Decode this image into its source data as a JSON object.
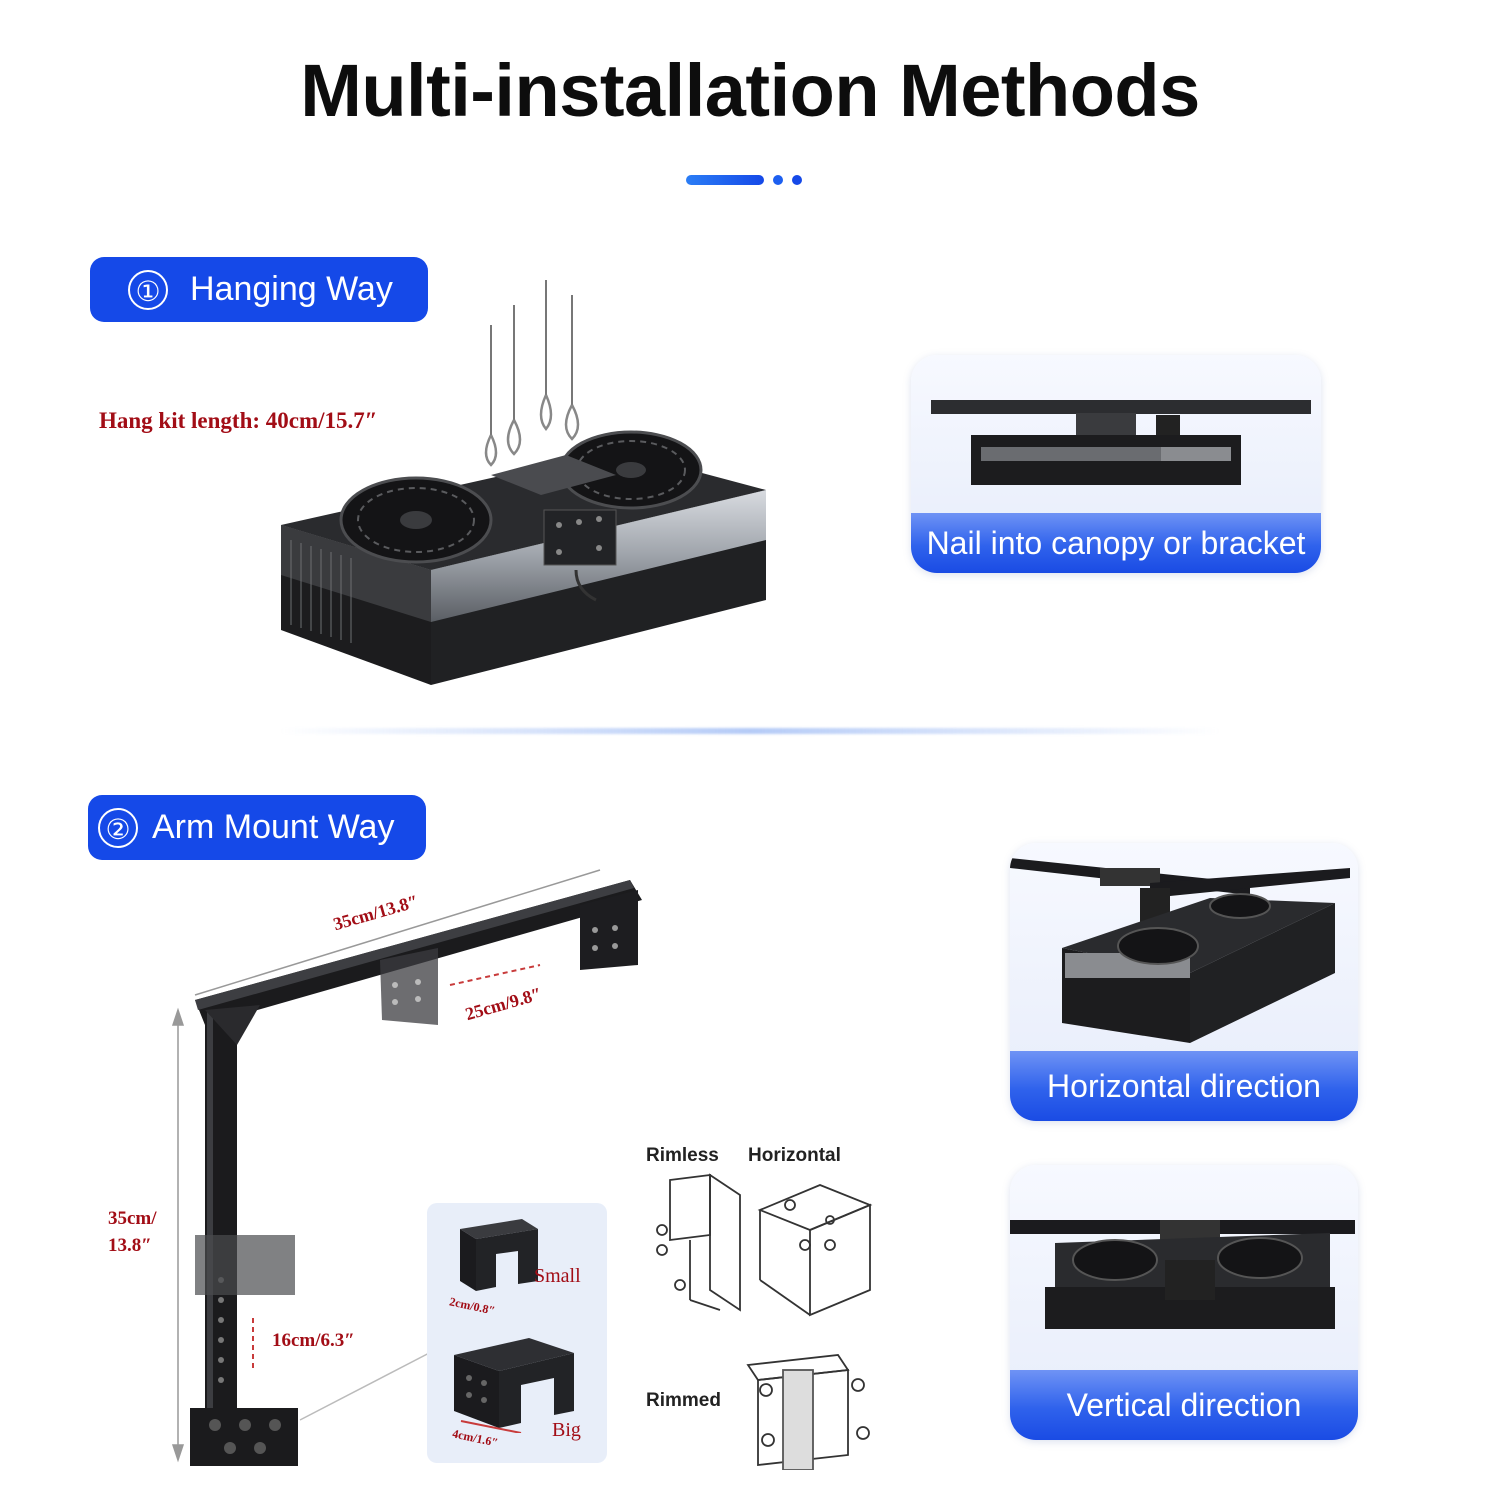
{
  "title": "Multi-installation Methods",
  "colors": {
    "accent": "#1549e8",
    "dimension_red": "#a20d16",
    "caption_bg": "#2f62ec"
  },
  "section1": {
    "number": "①",
    "label": "Hanging Way",
    "hang_kit_text": "Hang kit length: 40cm/15.7″",
    "card_caption": "Nail into canopy or bracket"
  },
  "section2": {
    "number": "②",
    "label": "Arm Mount Way",
    "dim_top": "35cm/13.8″",
    "dim_slide": "25cm/9.8″",
    "dim_height_line1": "35cm/",
    "dim_height_line2": "13.8″",
    "dim_adjust": "16cm/6.3″",
    "clamp_small": "Small",
    "clamp_small_dim": "2cm/0.8″",
    "clamp_big": "Big",
    "clamp_big_dim": "4cm/1.6″",
    "label_rimless": "Rimless",
    "label_horizontal": "Horizontal",
    "label_rimmed": "Rimmed",
    "card_horizontal_caption": "Horizontal direction",
    "card_vertical_caption": "Vertical direction"
  }
}
